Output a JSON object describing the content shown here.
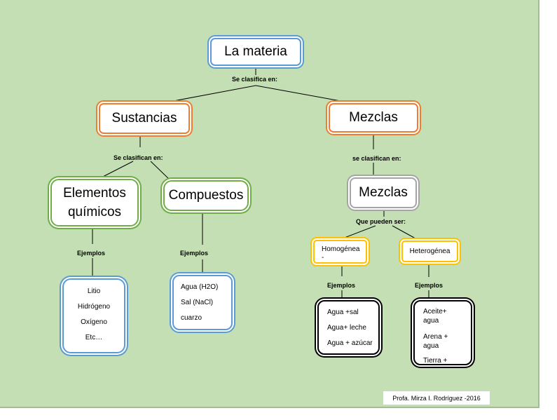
{
  "title": "La materia",
  "connectors": {
    "root": "Se clasifica en:",
    "sustancias": "Se clasifican en:",
    "mezclas": "se clasifican en:",
    "mezclas_inner": "Que pueden ser:",
    "ejemplos_elementos": "Ejemplos",
    "ejemplos_compuestos": "Ejemplos",
    "ejemplos_homogenea": "Ejemplos",
    "ejemplos_heterogenea": "Ejemplos"
  },
  "nodes": {
    "sustancias": "Sustancias",
    "mezclas_top": "Mezclas",
    "elementos_line1": "Elementos",
    "elementos_line2": "químicos",
    "compuestos": "Compuestos",
    "mezclas_mid": "Mezclas",
    "homogenea_line1": "Homogénea",
    "homogenea_line2": "-",
    "heterogenea": "Heterogénea"
  },
  "examples": {
    "elementos": [
      "Litio",
      "Hidrógeno",
      "Oxígeno",
      "Etc…"
    ],
    "compuestos": [
      "Agua (H2O)",
      "Sal (NaCl)",
      "cuarzo"
    ],
    "homogenea": [
      "Agua +sal",
      "Agua+ leche",
      "Agua + azúcar"
    ],
    "heterogenea": [
      "Aceite+ agua",
      "Arena + agua",
      "Tierra +"
    ]
  },
  "footer": "Profa. Mirza I. Rodríguez -2016",
  "colors": {
    "background": "#c5dfb4",
    "blue": "#5b9bd5",
    "orange": "#ed7d31",
    "green": "#70ad47",
    "gray": "#a5a5a5",
    "yellow": "#ffc000",
    "black": "#000000"
  }
}
